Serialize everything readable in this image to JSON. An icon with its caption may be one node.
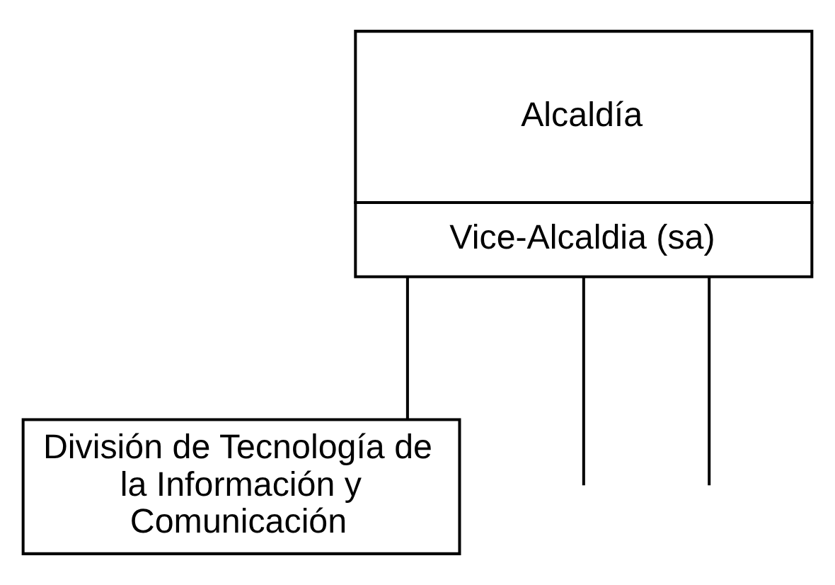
{
  "diagram": {
    "nodes": [
      {
        "text": [
          "Alcaldía",
          "Vice-Alcaldia (sa)"
        ]
      },
      {
        "text": [
          "División de Tecnología de la Información y Comunicación"
        ]
      }
    ],
    "edges": [
      {
        "from": 0,
        "to": null,
        "arrow": "none"
      },
      {
        "from": 0,
        "to": 1,
        "arrow": "none"
      },
      {
        "from": 0,
        "to": null,
        "arrow": "none"
      }
    ]
  }
}
